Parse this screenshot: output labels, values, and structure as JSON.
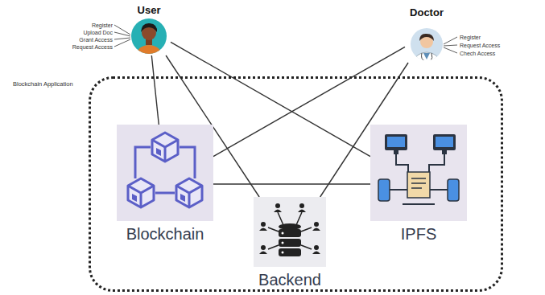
{
  "diagram": {
    "nodes": [
      {
        "text": [
          "User"
        ]
      },
      {
        "text": [
          "Doctor"
        ]
      },
      {
        "text": [
          "Blockchain Application"
        ]
      },
      {
        "text": [
          "Blockchain"
        ],
        "in": 2
      },
      {
        "text": [
          "Backend"
        ],
        "in": 2
      },
      {
        "text": [
          "IPFS"
        ],
        "in": 2
      }
    ],
    "edges": [
      {
        "from": 0,
        "to": 3,
        "arrow": "none"
      },
      {
        "from": 0,
        "to": 4,
        "arrow": "none"
      },
      {
        "from": 0,
        "to": 5,
        "arrow": "none"
      },
      {
        "from": 1,
        "to": 3,
        "arrow": "none"
      },
      {
        "from": 1,
        "to": 4,
        "arrow": "none"
      },
      {
        "from": 3,
        "to": 5,
        "arrow": "none"
      }
    ],
    "labels": [
      "Register",
      "Upload Doc",
      "Grant Access",
      "Request Access",
      "Register",
      "Request Access",
      "Chech Access"
    ]
  }
}
